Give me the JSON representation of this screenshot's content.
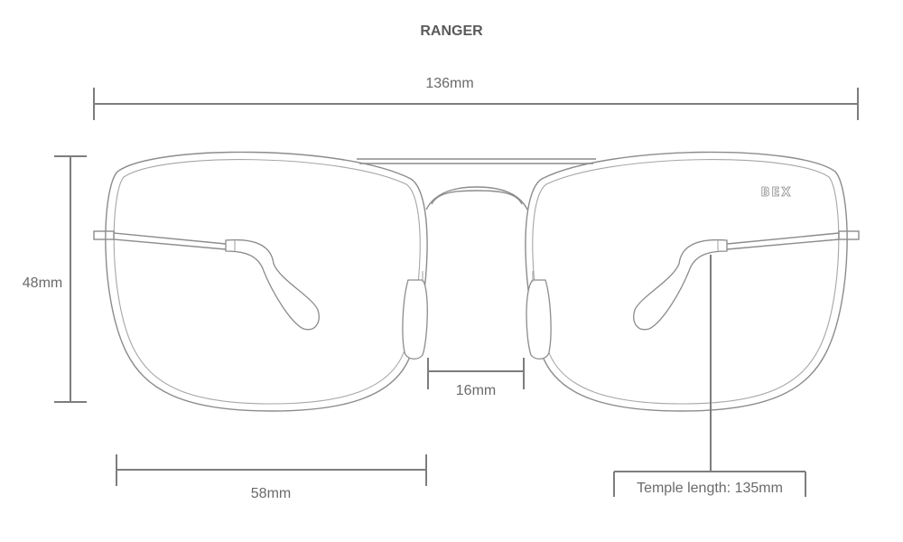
{
  "title": "RANGER",
  "brand_logo": "BEX",
  "measurements": {
    "total_width": "136mm",
    "lens_height": "48mm",
    "bridge_width": "16mm",
    "lens_width": "58mm",
    "temple_length": "Temple length: 135mm"
  },
  "colors": {
    "line": "#8c8c8c",
    "text": "#6a6a6a"
  }
}
